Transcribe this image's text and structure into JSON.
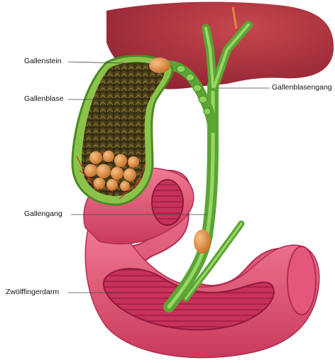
{
  "labels": {
    "gallenstein": "Gallenstein",
    "gallenblase": "Gallenblase",
    "gallengang": "Gallengang",
    "zwoelffingerdarm": "Zwölffingerdarm",
    "gallenblasengang": "Gallenblasengang"
  },
  "colors": {
    "liver": "#b8333f",
    "duodenum": "#e35b79",
    "duct": "#5aa534",
    "gallbladder_wall": "#8bc34a",
    "stone": "#d6893e"
  }
}
